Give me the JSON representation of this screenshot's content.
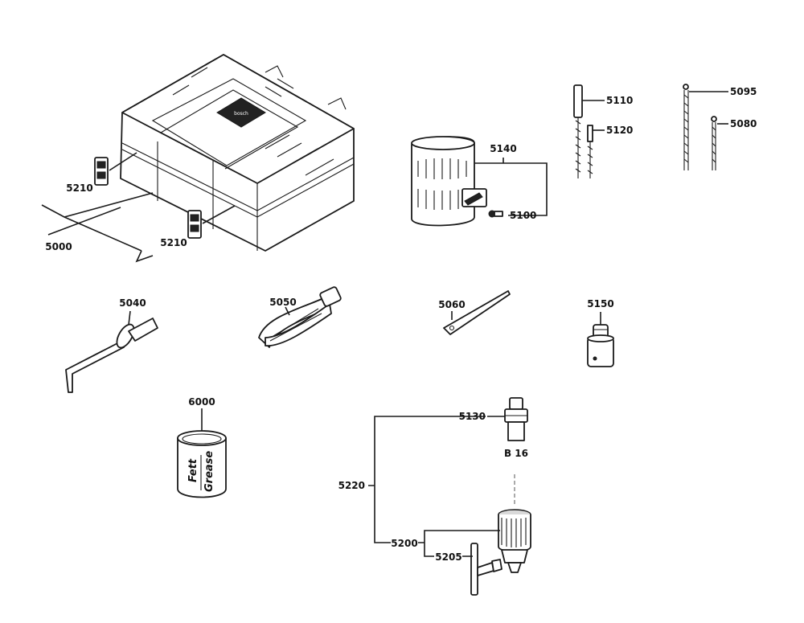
{
  "labels": {
    "case": "5000",
    "latch_top": "5210",
    "latch_bottom": "5210",
    "guard": "5140",
    "guard_screw": "5100",
    "pin_large": "5110",
    "pin_small": "5120",
    "pin_long": "5095",
    "pin_long_small": "5080",
    "guide_tool": "5040",
    "strap": "5050",
    "wedge": "5060",
    "adapter": "5150",
    "grease": "6000",
    "arbor": "5130",
    "arbor_taper": "B 16",
    "set": "5220",
    "chuck": "5200",
    "chuck_key": "5205"
  },
  "grease_can": {
    "line1": "Fett",
    "line2": "Grease"
  }
}
